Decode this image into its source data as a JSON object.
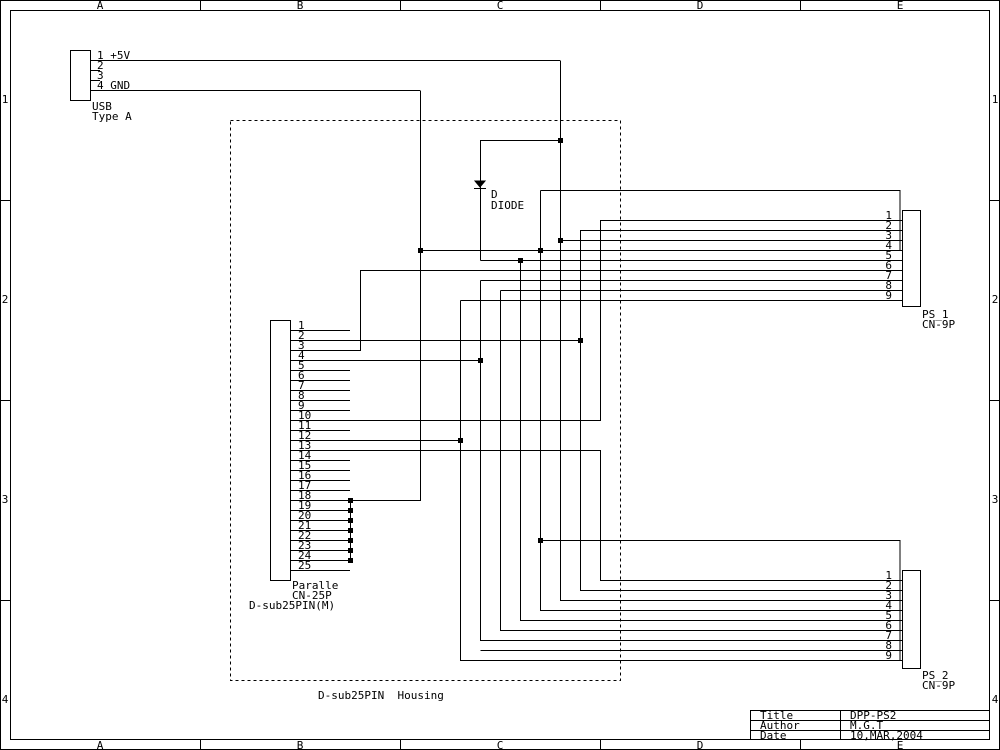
{
  "border": {
    "columns": [
      "A",
      "B",
      "C",
      "D",
      "E"
    ],
    "rows": [
      "1",
      "2",
      "3",
      "4"
    ]
  },
  "usb": {
    "name": "USB",
    "type": "Type A",
    "pins": [
      "1 +5V",
      "2",
      "3",
      "4 GND"
    ]
  },
  "parallel": {
    "name": "Paralle",
    "part": "CN-25P",
    "value": "D-sub25PIN(M)",
    "pins": [
      "1",
      "2",
      "3",
      "4",
      "5",
      "6",
      "7",
      "8",
      "9",
      "10",
      "11",
      "12",
      "13",
      "14",
      "15",
      "16",
      "17",
      "18",
      "19",
      "20",
      "21",
      "22",
      "23",
      "24",
      "25"
    ]
  },
  "housing_label": "D-sub25PIN  Housing",
  "diode": {
    "ref": "D",
    "value": "DIODE"
  },
  "ps1": {
    "name": "PS_1",
    "part": "CN-9P",
    "pins": [
      "1",
      "2",
      "3",
      "4",
      "5",
      "6",
      "7",
      "8",
      "9"
    ]
  },
  "ps2": {
    "name": "PS_2",
    "part": "CN-9P",
    "pins": [
      "1",
      "2",
      "3",
      "4",
      "5",
      "6",
      "7",
      "8",
      "9"
    ]
  },
  "title_block": {
    "title_label": "Title",
    "title_value": "DPP-PS2",
    "author_label": "Author",
    "author_value": "M.G.T",
    "date_label": "Date",
    "date_value": "10,MAR,2004"
  }
}
